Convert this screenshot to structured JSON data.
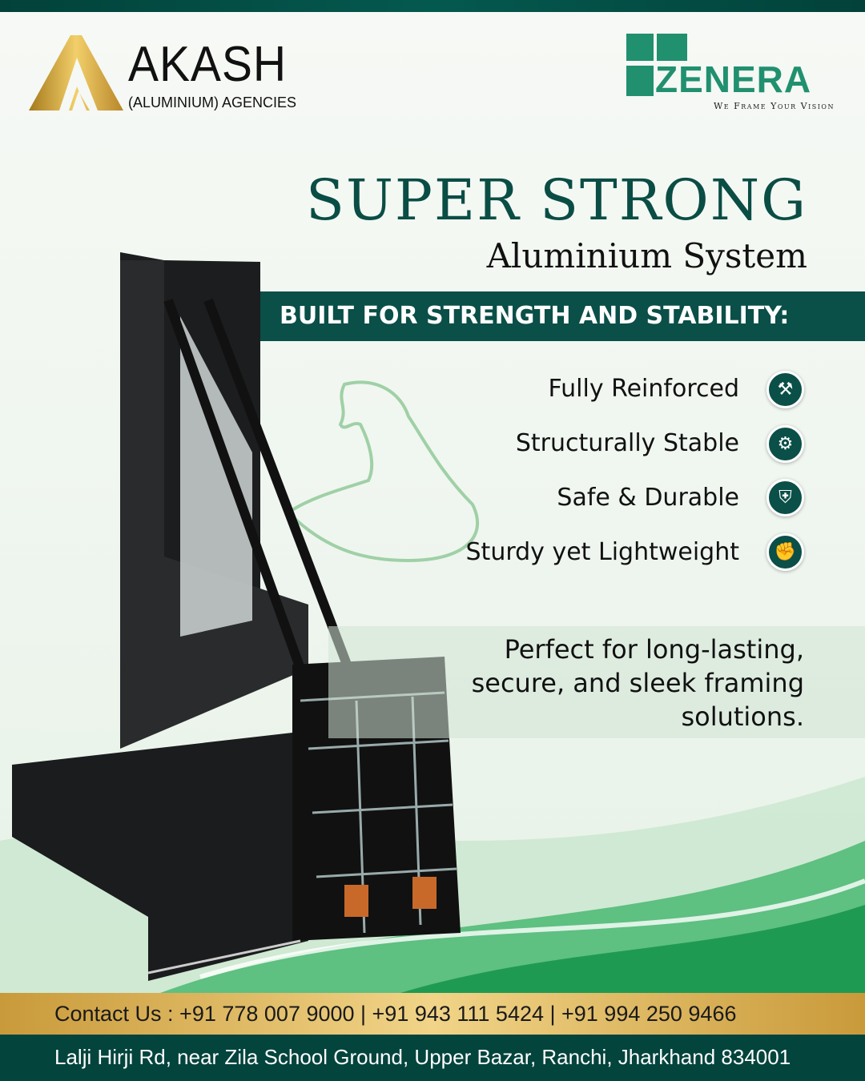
{
  "brand_left": {
    "name": "AKASH",
    "subtitle": "(ALUMINIUM) AGENCIES"
  },
  "brand_right": {
    "name": "ZENERA",
    "tagline": "We Frame Your Vision"
  },
  "headline": "SUPER STRONG",
  "subheadline": "Aluminium System",
  "band": "BUILT FOR STRENGTH AND STABILITY:",
  "features": [
    {
      "label": "Fully Reinforced",
      "icon": "anvil-hammer-icon"
    },
    {
      "label": "Structurally Stable",
      "icon": "gear-arrow-icon"
    },
    {
      "label": "Safe & Durable",
      "icon": "shield-fist-icon"
    },
    {
      "label": "Sturdy yet Lightweight",
      "icon": "arm-gear-icon"
    }
  ],
  "tagline": "Perfect for long-lasting, secure, and sleek framing solutions.",
  "contact": "Contact Us : +91 778 007 9000 | +91 943 111 5424 | +91 994 250 9466",
  "address": "Lalji Hirji Rd, near Zila School Ground, Upper Bazar, Ranchi, Jharkhand 834001",
  "colors": {
    "primary": "#0a4f48",
    "accent": "#21906f",
    "gold": "#d8b05a"
  }
}
